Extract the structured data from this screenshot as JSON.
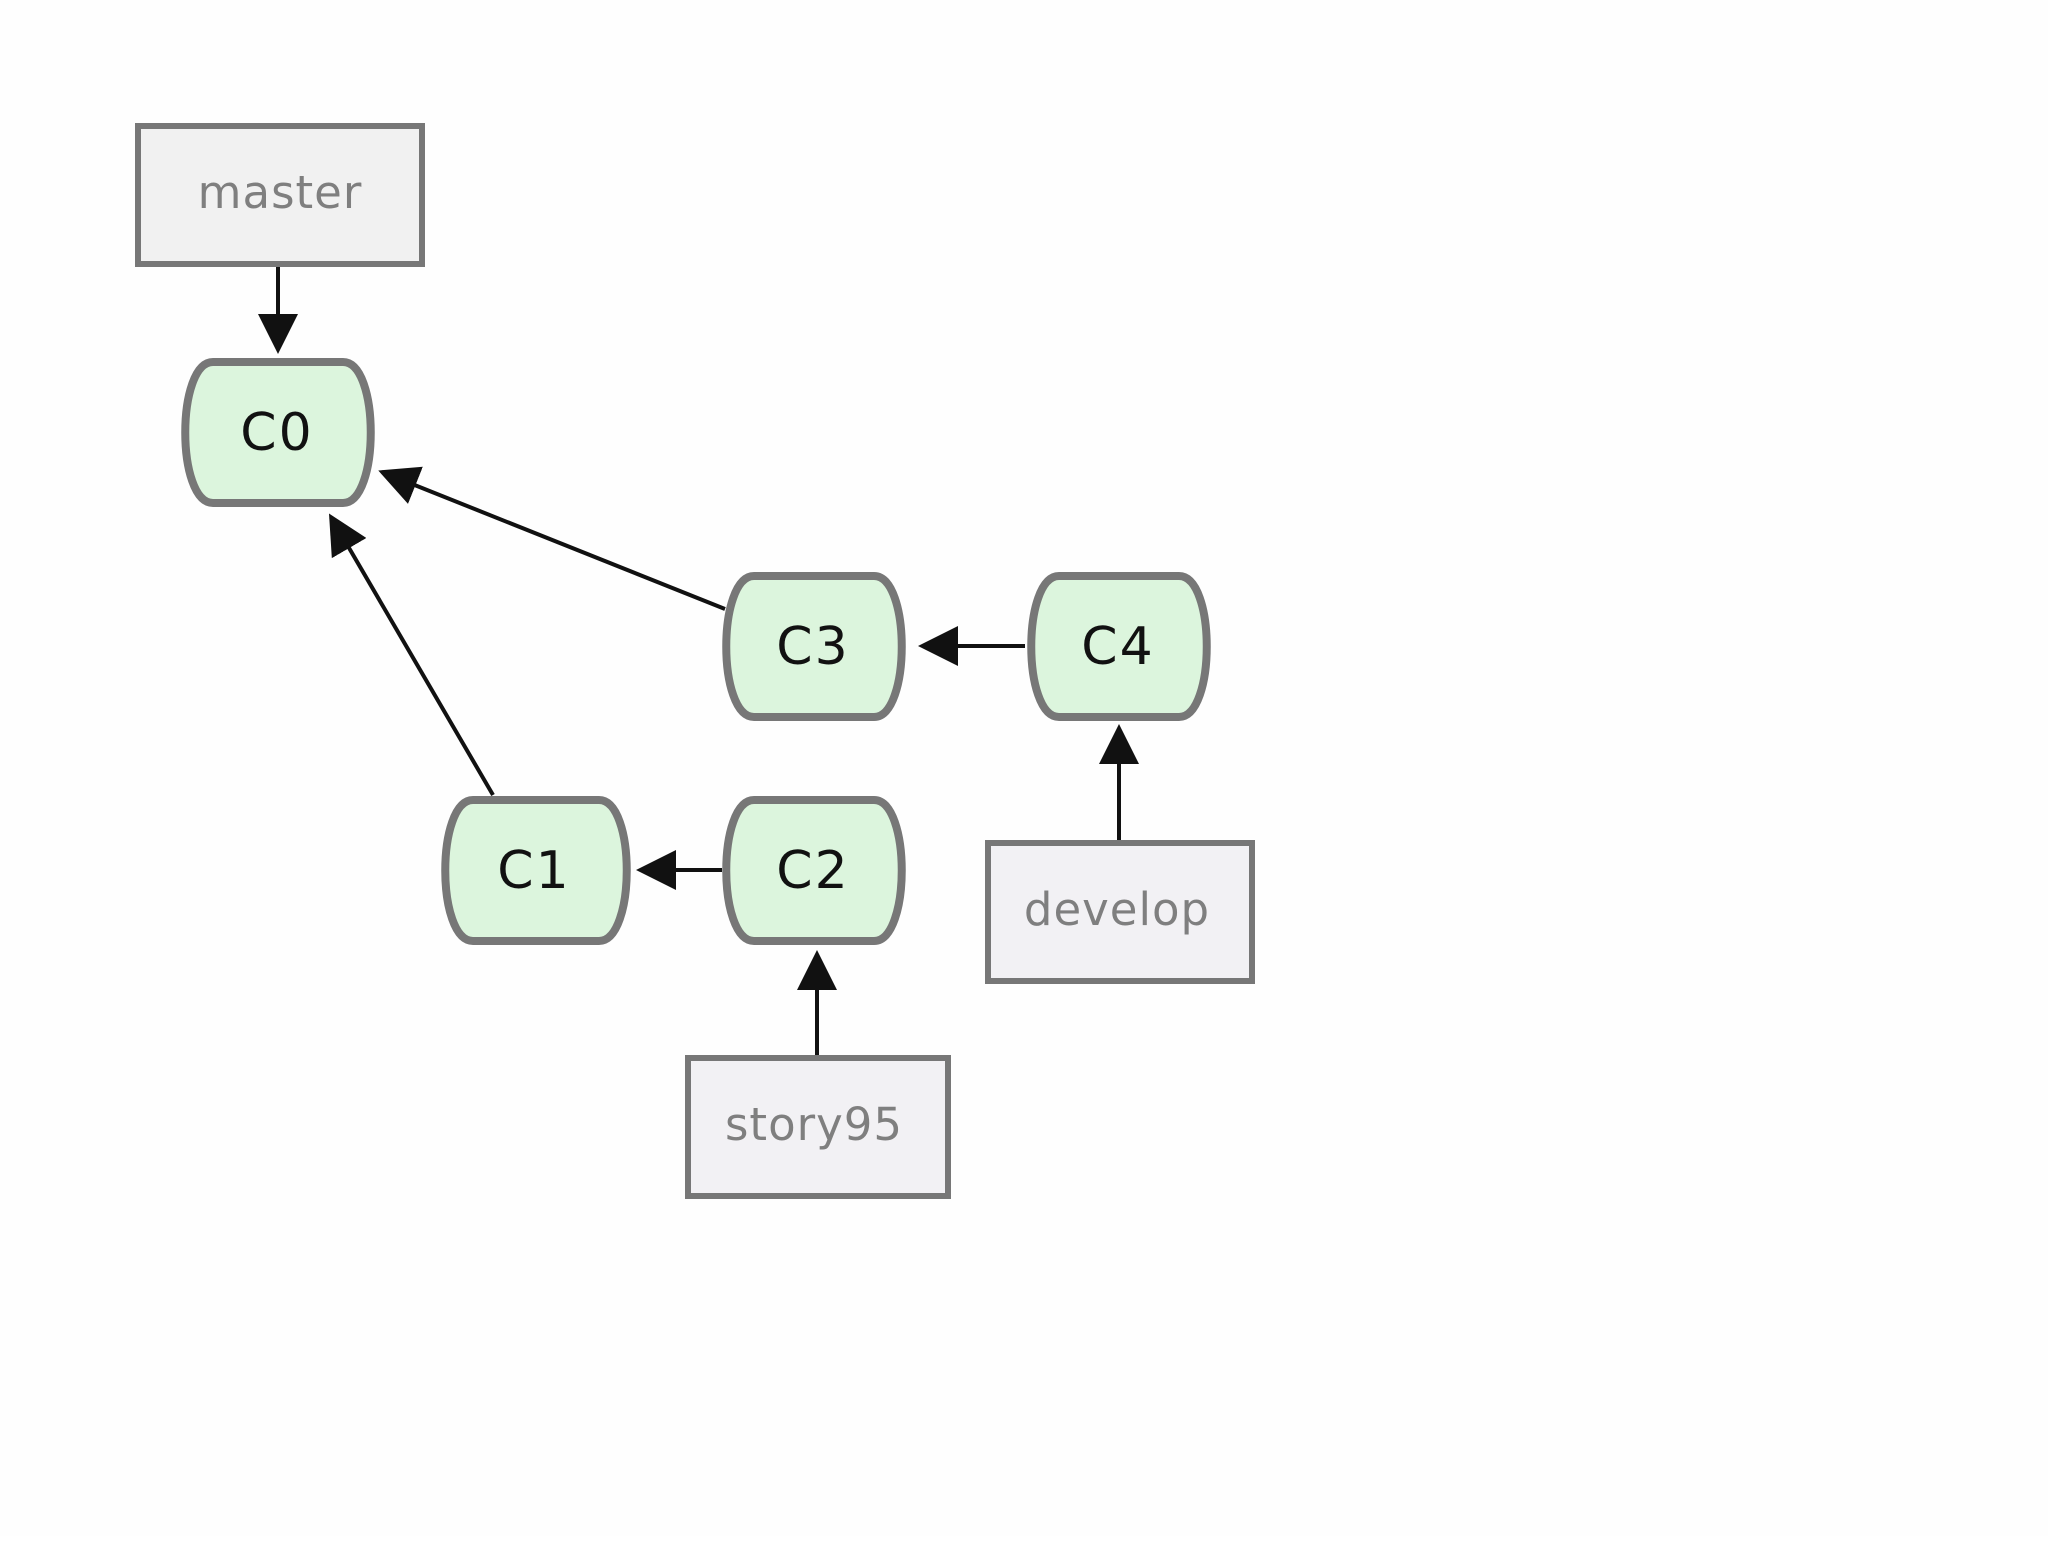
{
  "diagram": {
    "branches": [
      {
        "id": "master",
        "label": "master",
        "points_to": "C0"
      },
      {
        "id": "develop",
        "label": "develop",
        "points_to": "C4"
      },
      {
        "id": "story95",
        "label": "story95",
        "points_to": "C2"
      }
    ],
    "commits": [
      {
        "id": "C0",
        "label": "C0",
        "parent": null
      },
      {
        "id": "C1",
        "label": "C1",
        "parent": "C0"
      },
      {
        "id": "C2",
        "label": "C2",
        "parent": "C1"
      },
      {
        "id": "C3",
        "label": "C3",
        "parent": "C0"
      },
      {
        "id": "C4",
        "label": "C4",
        "parent": "C3"
      }
    ],
    "colors": {
      "commit_fill": "#dcf5dd",
      "commit_stroke": "#777777",
      "master_fill": "#f1f1f1",
      "branch_fill": "#f2f1f4",
      "branch_stroke": "#777777",
      "branch_text": "#7f7f7f",
      "commit_text": "#111111",
      "arrow": "#111111"
    }
  }
}
